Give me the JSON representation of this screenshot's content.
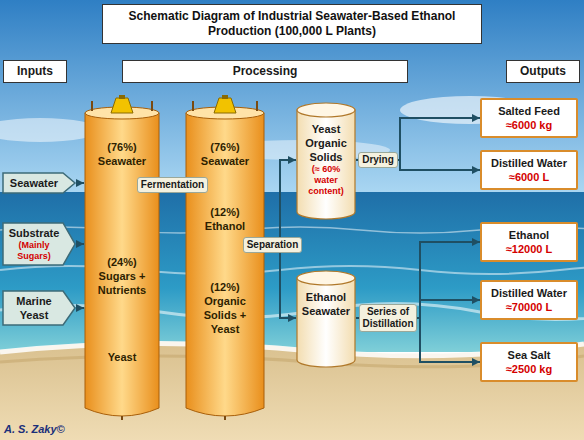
{
  "diagram": {
    "title": "Schematic Diagram of Industrial Seawater-Based Ethanol Production (100,000 L Plants)",
    "nodes": [
      {
        "text": [
          "Inputs"
        ]
      },
      {
        "text": [
          "Processing"
        ]
      },
      {
        "text": [
          "Outputs"
        ]
      },
      {
        "text": [
          "Seawater"
        ]
      },
      {
        "text": [
          "Substrate",
          "(Mainly Sugars)"
        ]
      },
      {
        "text": [
          "Marine Yeast"
        ]
      },
      {
        "text": [
          "(76%) Seawater",
          "(24%) Sugars + Nutrients",
          "Yeast"
        ]
      },
      {
        "text": [
          "(76%) Seawater",
          "(12%) Ethanol",
          "(12%) Organic Solids + Yeast"
        ]
      },
      {
        "text": [
          "Yeast Organic Solids",
          "(≈ 60% water content)"
        ]
      },
      {
        "text": [
          "Ethanol Seawater"
        ]
      },
      {
        "text": [
          "Salted Feed",
          "≈6000 kg"
        ]
      },
      {
        "text": [
          "Distilled Water",
          "≈6000 L"
        ]
      },
      {
        "text": [
          "Ethanol",
          "≈12000 L"
        ]
      },
      {
        "text": [
          "Distilled Water",
          "≈70000 L"
        ]
      },
      {
        "text": [
          "Sea Salt",
          "≈2500 kg"
        ]
      }
    ],
    "edges": [
      {
        "from": 3,
        "to": 6,
        "arrow": "to"
      },
      {
        "from": 4,
        "to": 6,
        "arrow": "to"
      },
      {
        "from": 5,
        "to": 6,
        "arrow": "to"
      },
      {
        "from": 6,
        "to": 7,
        "label": "Fermentation",
        "arrow": "to"
      },
      {
        "from": 7,
        "to": 8,
        "label": "Separation",
        "arrow": "to"
      },
      {
        "from": 7,
        "to": 9,
        "arrow": "to"
      },
      {
        "from": 8,
        "to": 10,
        "label": "Drying",
        "arrow": "to"
      },
      {
        "from": 8,
        "to": 11,
        "arrow": "to"
      },
      {
        "from": 9,
        "to": 12,
        "arrow": "to"
      },
      {
        "from": 9,
        "to": 13,
        "label": "Series of Distillation",
        "arrow": "to"
      },
      {
        "from": 9,
        "to": 14,
        "arrow": "to"
      }
    ],
    "labels": [
      "A. S. Zaky©"
    ]
  }
}
